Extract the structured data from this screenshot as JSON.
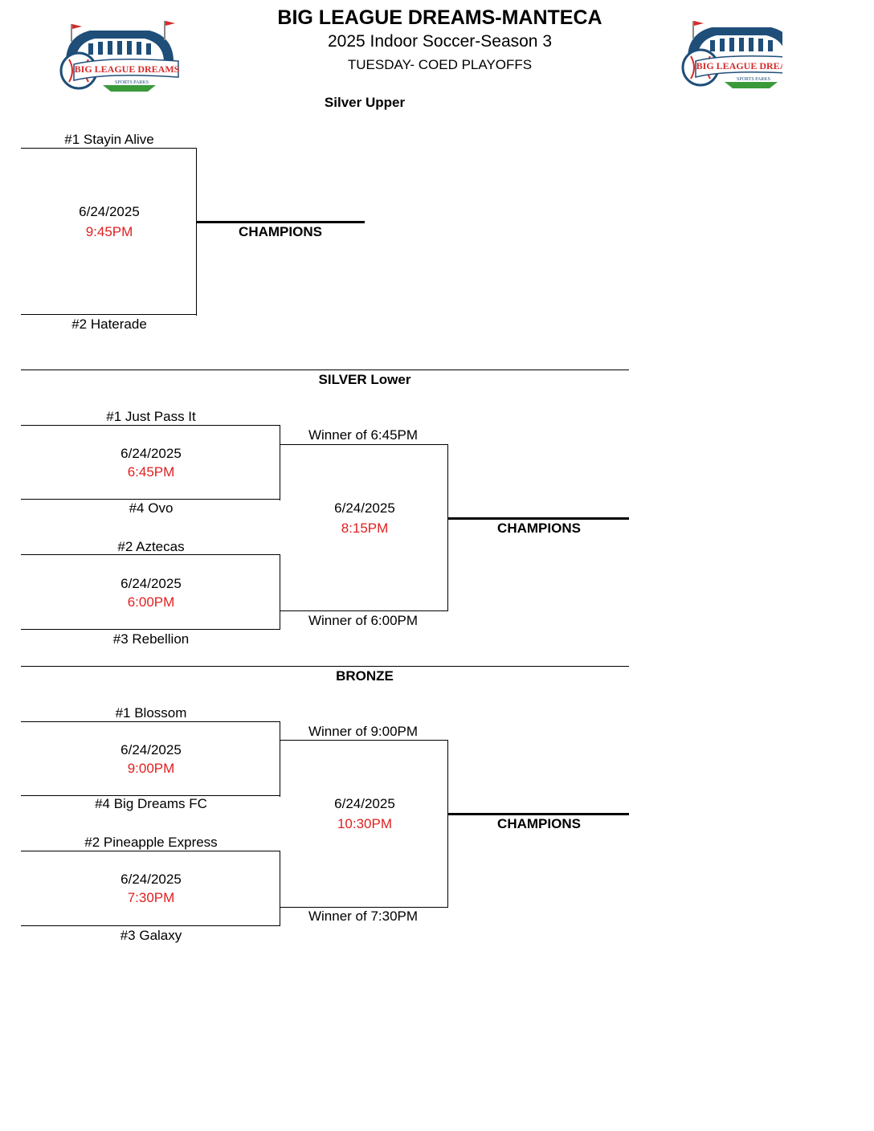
{
  "header": {
    "title": "BIG LEAGUE DREAMS-MANTECA",
    "subtitle": "2025 Indoor Soccer-Season 3",
    "division": "TUESDAY- COED PLAYOFFS",
    "logo_text": "BIG LEAGUE DREAMS",
    "logo_sub": "SPORTS PARKS",
    "logo_colors": {
      "navy": "#1f4e79",
      "red": "#d62b2b",
      "green": "#3a9a3a"
    }
  },
  "silver_upper": {
    "title": "Silver Upper",
    "team1": "#1 Stayin Alive",
    "team2": "#2 Haterade",
    "date": "6/24/2025",
    "time": "9:45PM",
    "champions": "CHAMPIONS"
  },
  "silver_lower": {
    "title": "SILVER Lower",
    "game_a": {
      "team1": "#1 Just Pass It",
      "team2": "#4 Ovo",
      "date": "6/24/2025",
      "time": "6:45PM"
    },
    "game_b": {
      "team1": "#2 Aztecas",
      "team2": "#3 Rebellion",
      "date": "6/24/2025",
      "time": "6:00PM"
    },
    "final": {
      "top": "Winner of 6:45PM",
      "bottom": "Winner of 6:00PM",
      "date": "6/24/2025",
      "time": "8:15PM"
    },
    "champions": "CHAMPIONS"
  },
  "bronze": {
    "title": "BRONZE",
    "game_a": {
      "team1": "#1 Blossom",
      "team2": "#4 Big Dreams FC",
      "date": "6/24/2025",
      "time": "9:00PM"
    },
    "game_b": {
      "team1": "#2 Pineapple Express",
      "team2": "#3 Galaxy",
      "date": "6/24/2025",
      "time": "7:30PM"
    },
    "final": {
      "top": "Winner of 9:00PM",
      "bottom": "Winner of 7:30PM",
      "date": "6/24/2025",
      "time": "10:30PM"
    },
    "champions": "CHAMPIONS"
  }
}
